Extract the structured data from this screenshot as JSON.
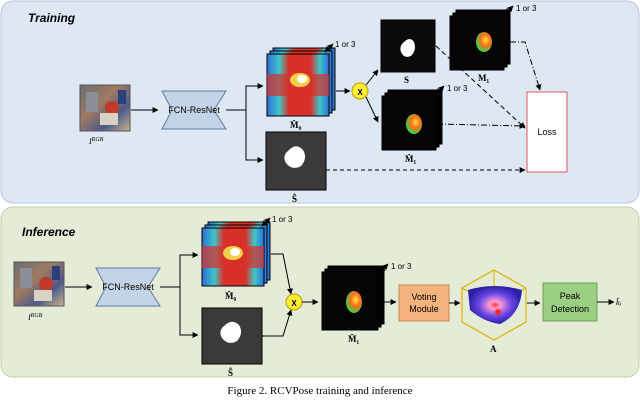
{
  "training": {
    "title": "Training",
    "input_label": "I",
    "input_sup": "RGB",
    "network": "FCN-ResNet",
    "m0_label": "M̂₀",
    "m0_note": "1 or 3",
    "s_hat_label": "Ŝ",
    "multiply": "X",
    "s_label": "S",
    "m1_label": "M₁",
    "m1_note": "1 or 3",
    "m1_hat_label": "M̂₁",
    "m1_hat_note": "1 or 3",
    "loss": "Loss"
  },
  "inference": {
    "title": "Inference",
    "input_label": "I",
    "input_sup": "RGB",
    "network": "FCN-ResNet",
    "m0_label": "M̂₀",
    "m0_note": "1 or 3",
    "s_hat_label": "Ŝ",
    "multiply": "X",
    "m1_label": "M̂₁",
    "m1_note": "1 or 3",
    "voting_line1": "Voting",
    "voting_line2": "Module",
    "a_label": "A",
    "peak_line1": "Peak",
    "peak_line2": "Detection",
    "output_label": "k̂ⱼ"
  },
  "caption": "Figure 2. RCVPose training and inference",
  "colors": {
    "training_bg": "#dde8f3",
    "inference_bg": "#e4ecd7",
    "network_fill": "#c3d4e8",
    "multiply_fill": "#ffee33",
    "module_fill": "#f4b27c",
    "peak_fill": "#9ccf84"
  }
}
